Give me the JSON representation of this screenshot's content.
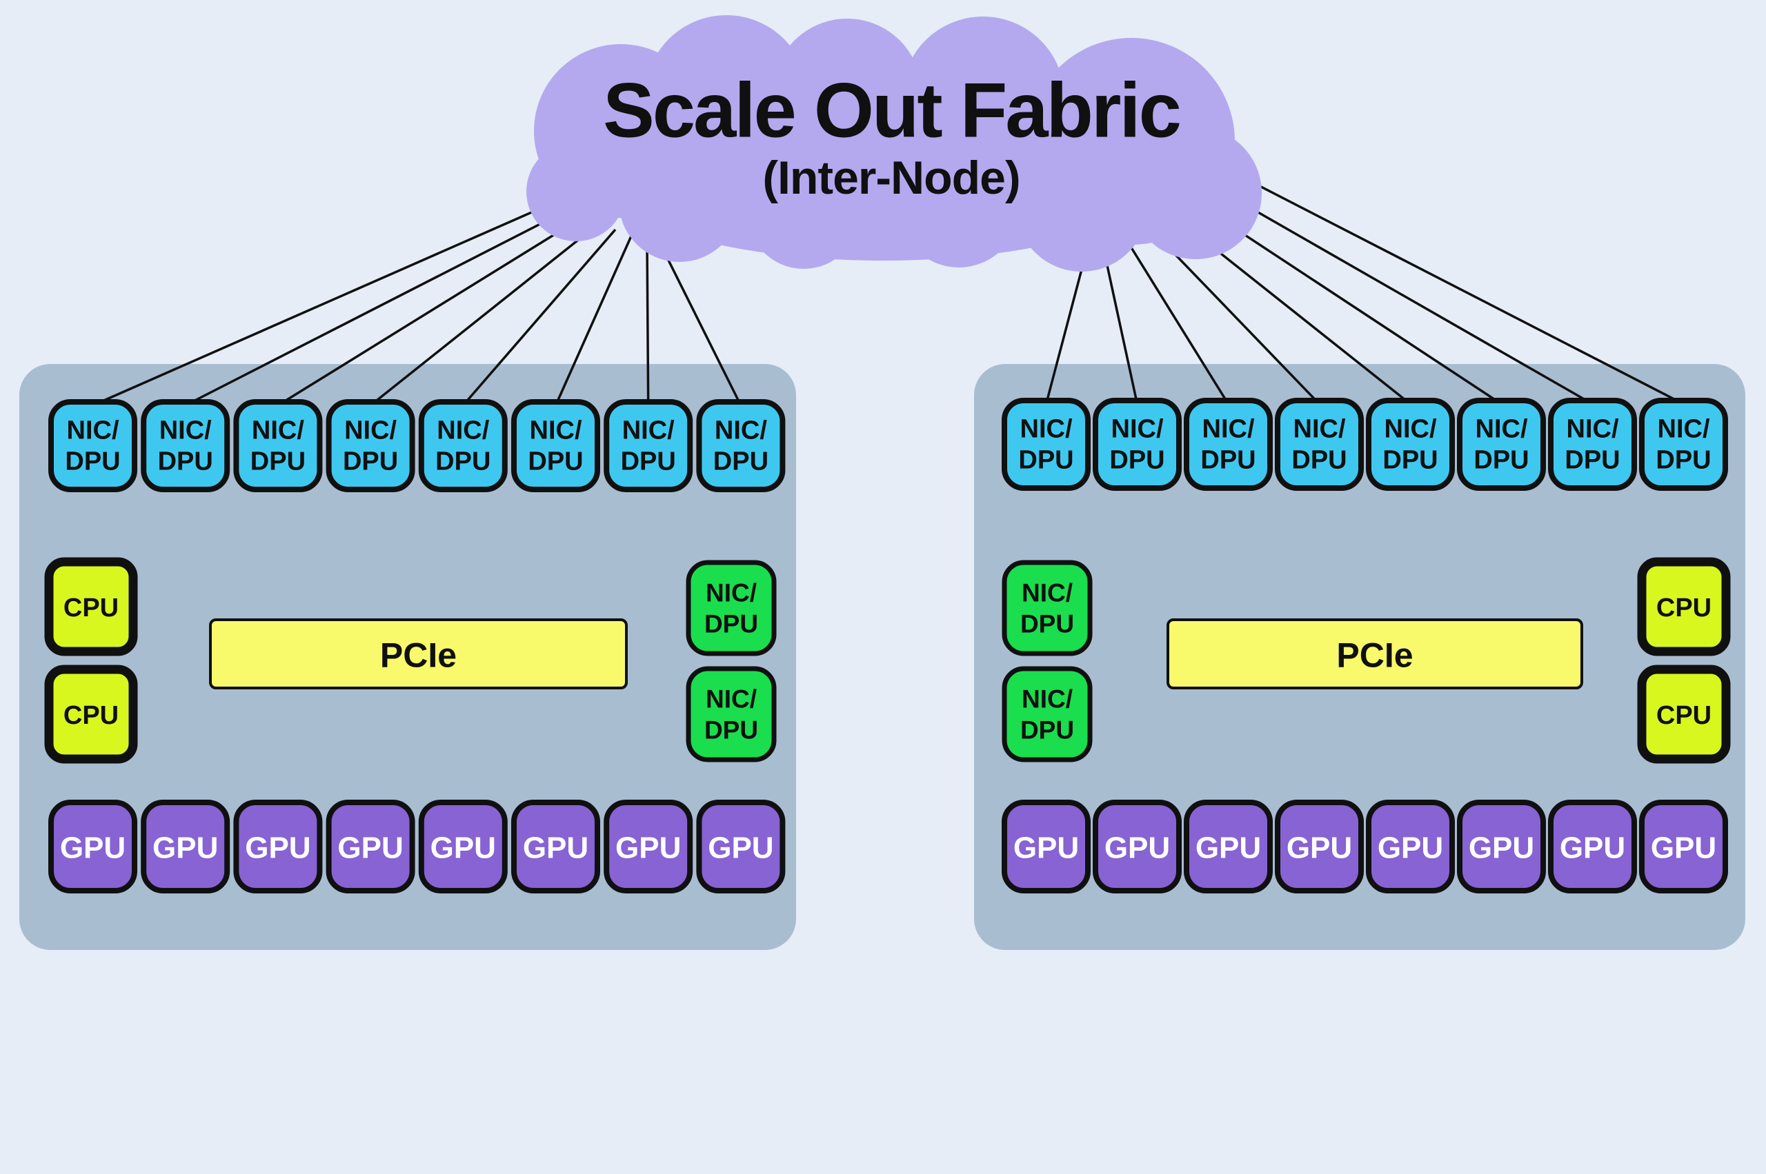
{
  "title": {
    "main": "Scale Out Fabric",
    "sub": "(Inter-Node)"
  },
  "labels": {
    "nic_dpu_line1": "NIC/",
    "nic_dpu_line2": "DPU",
    "cpu": "CPU",
    "gpu": "GPU",
    "pcie": "PCIe"
  },
  "colors": {
    "page_bg": "#e6edf6",
    "node_bg": "#a9bdd1",
    "nic_dpu_top_fill": "#3fc8ef",
    "nic_dpu_side_fill": "#1ade4e",
    "cpu_fill": "#d7f71f",
    "pcie_fill": "#f8fa6b",
    "gpu_fill": "#8763d3",
    "cloud_fill": "#b4a9ef",
    "ink": "#101010",
    "gpu_text": "#ffffff"
  },
  "nodes": [
    {
      "name": "node-1",
      "nic_dpu_top": [
        "NIC/DPU",
        "NIC/DPU",
        "NIC/DPU",
        "NIC/DPU",
        "NIC/DPU",
        "NIC/DPU",
        "NIC/DPU",
        "NIC/DPU"
      ],
      "cpus": [
        "CPU",
        "CPU"
      ],
      "pcie": "PCIe",
      "nic_dpu_side": [
        "NIC/DPU",
        "NIC/DPU"
      ],
      "gpus": [
        "GPU",
        "GPU",
        "GPU",
        "GPU",
        "GPU",
        "GPU",
        "GPU",
        "GPU"
      ],
      "uplinks_to_fabric": 8,
      "cpu_side": "left"
    },
    {
      "name": "node-2",
      "nic_dpu_top": [
        "NIC/DPU",
        "NIC/DPU",
        "NIC/DPU",
        "NIC/DPU",
        "NIC/DPU",
        "NIC/DPU",
        "NIC/DPU",
        "NIC/DPU"
      ],
      "cpus": [
        "CPU",
        "CPU"
      ],
      "pcie": "PCIe",
      "nic_dpu_side": [
        "NIC/DPU",
        "NIC/DPU"
      ],
      "gpus": [
        "GPU",
        "GPU",
        "GPU",
        "GPU",
        "GPU",
        "GPU",
        "GPU",
        "GPU"
      ],
      "uplinks_to_fabric": 8,
      "cpu_side": "right"
    }
  ]
}
